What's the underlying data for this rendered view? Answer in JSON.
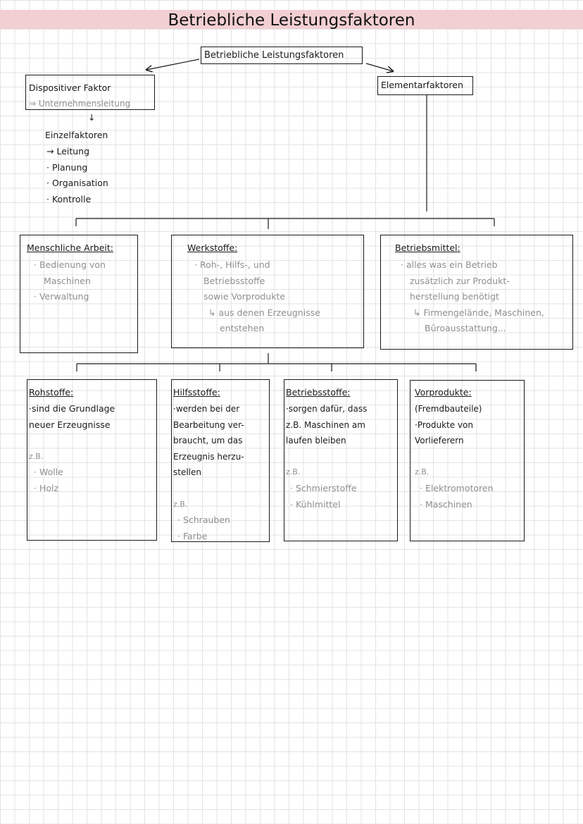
{
  "title": "Betriebliche Leistungsfaktoren",
  "root": {
    "label": "Betriebliche Leistungsfaktoren"
  },
  "dispositiv": {
    "heading": "Dispositiver Faktor",
    "sub": "⇒ Unternehmensleitung",
    "down_arrow": "↓",
    "einzel_heading": "Einzelfaktoren",
    "items": [
      "→ Leitung",
      "· Planung",
      "· Organisation",
      "· Kontrolle"
    ]
  },
  "elementar": {
    "label": "Elementarfaktoren"
  },
  "menschliche_arbeit": {
    "heading": "Menschliche Arbeit:",
    "lines": [
      "· Bedienung von",
      "Maschinen",
      "· Verwaltung"
    ]
  },
  "werkstoffe": {
    "heading": "Werkstoffe:",
    "lines": [
      "· Roh-, Hilfs-, und",
      "Betriebsstoffe",
      "sowie Vorprodukte",
      "↳ aus denen Erzeugnisse",
      "entstehen"
    ]
  },
  "betriebsmittel": {
    "heading": "Betriebsmittel:",
    "lines": [
      "· alles was ein Betrieb",
      "zusätzlich zur Produkt-",
      "herstellung benötigt",
      "↳ Firmengelände, Maschinen,",
      "Büroausstattung..."
    ]
  },
  "rohstoffe": {
    "heading": "Rohstoffe:",
    "lines": [
      "·sind die Grundlage",
      "neuer Erzeugnisse"
    ],
    "zb": "z.B.",
    "examples": [
      "· Wolle",
      "· Holz"
    ]
  },
  "hilfsstoffe": {
    "heading": "Hilfsstoffe:",
    "lines": [
      "·werden bei der",
      "Bearbeitung ver-",
      "braucht, um das",
      "Erzeugnis herzu-",
      "stellen"
    ],
    "zb": "z.B.",
    "examples": [
      "· Schrauben",
      "· Farbe"
    ]
  },
  "betriebsstoffe": {
    "heading": "Betriebsstoffe:",
    "lines": [
      "·sorgen dafür, dass",
      "z.B. Maschinen am",
      "laufen bleiben"
    ],
    "zb": "z.B.",
    "examples": [
      "· Schmierstoffe",
      "· Kühlmittel"
    ]
  },
  "vorprodukte": {
    "heading": "Vorprodukte:",
    "lines": [
      "(Fremdbauteile)",
      "·Produkte von",
      "Vorlieferern"
    ],
    "zb": "z.B.",
    "examples": [
      "· Elektromotoren",
      "· Maschinen"
    ]
  },
  "colors": {
    "title_band": "#f2cfd3",
    "ink": "#1a1a1a",
    "gray_ink": "#8f8f8f",
    "grid": "#e3e3e3"
  }
}
